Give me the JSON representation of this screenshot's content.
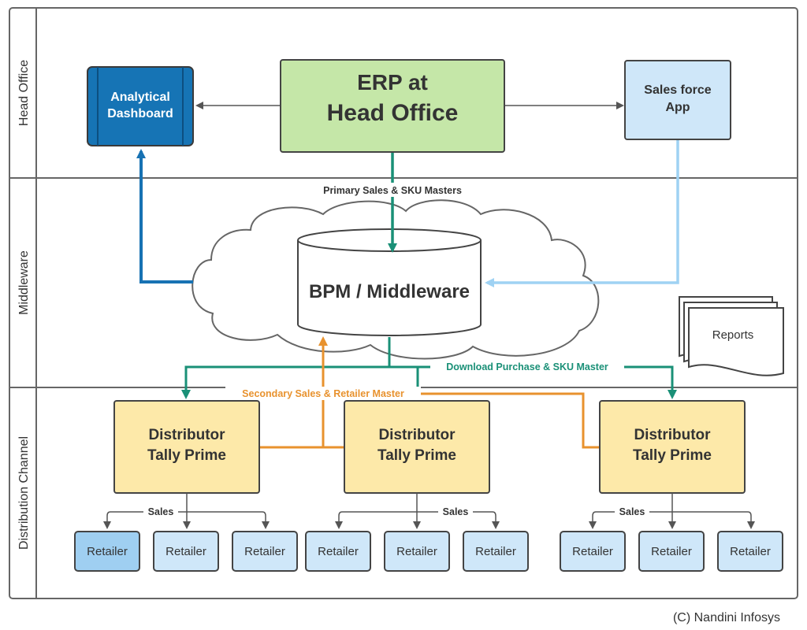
{
  "lanes": {
    "head_office": "Head Office",
    "middleware": "Middleware",
    "distribution": "Distribution Channel"
  },
  "nodes": {
    "analytical_dashboard": [
      "Analytical",
      "Dashboard"
    ],
    "erp": [
      "ERP at",
      "Head Office"
    ],
    "sales_force": [
      "Sales force",
      "App"
    ],
    "bpm": "BPM / Middleware",
    "reports": "Reports",
    "distributor": [
      "Distributor",
      "Tally Prime"
    ],
    "retailer": "Retailer"
  },
  "edge_labels": {
    "primary_sales": "Primary Sales & SKU Masters",
    "download_purchase": "Download Purchase & SKU Master",
    "secondary_sales": "Secondary Sales & Retailer Master",
    "sales": "Sales"
  },
  "footer": "(C) Nandini Infosys",
  "colors": {
    "green_arrow": "#1a9077",
    "orange_arrow": "#e8922e",
    "blue_arrow": "#1772b3",
    "light_blue_arrow": "#9fd2f3",
    "erp_fill": "#c5e7a8",
    "dashboard_fill": "#1674b5",
    "salesforce_fill": "#cfe7f9",
    "distributor_fill": "#fde9a9",
    "retailer_fill": "#cfe7f9",
    "retailer_highlight_fill": "#9fcff1",
    "stroke": "#4d4d4d"
  }
}
